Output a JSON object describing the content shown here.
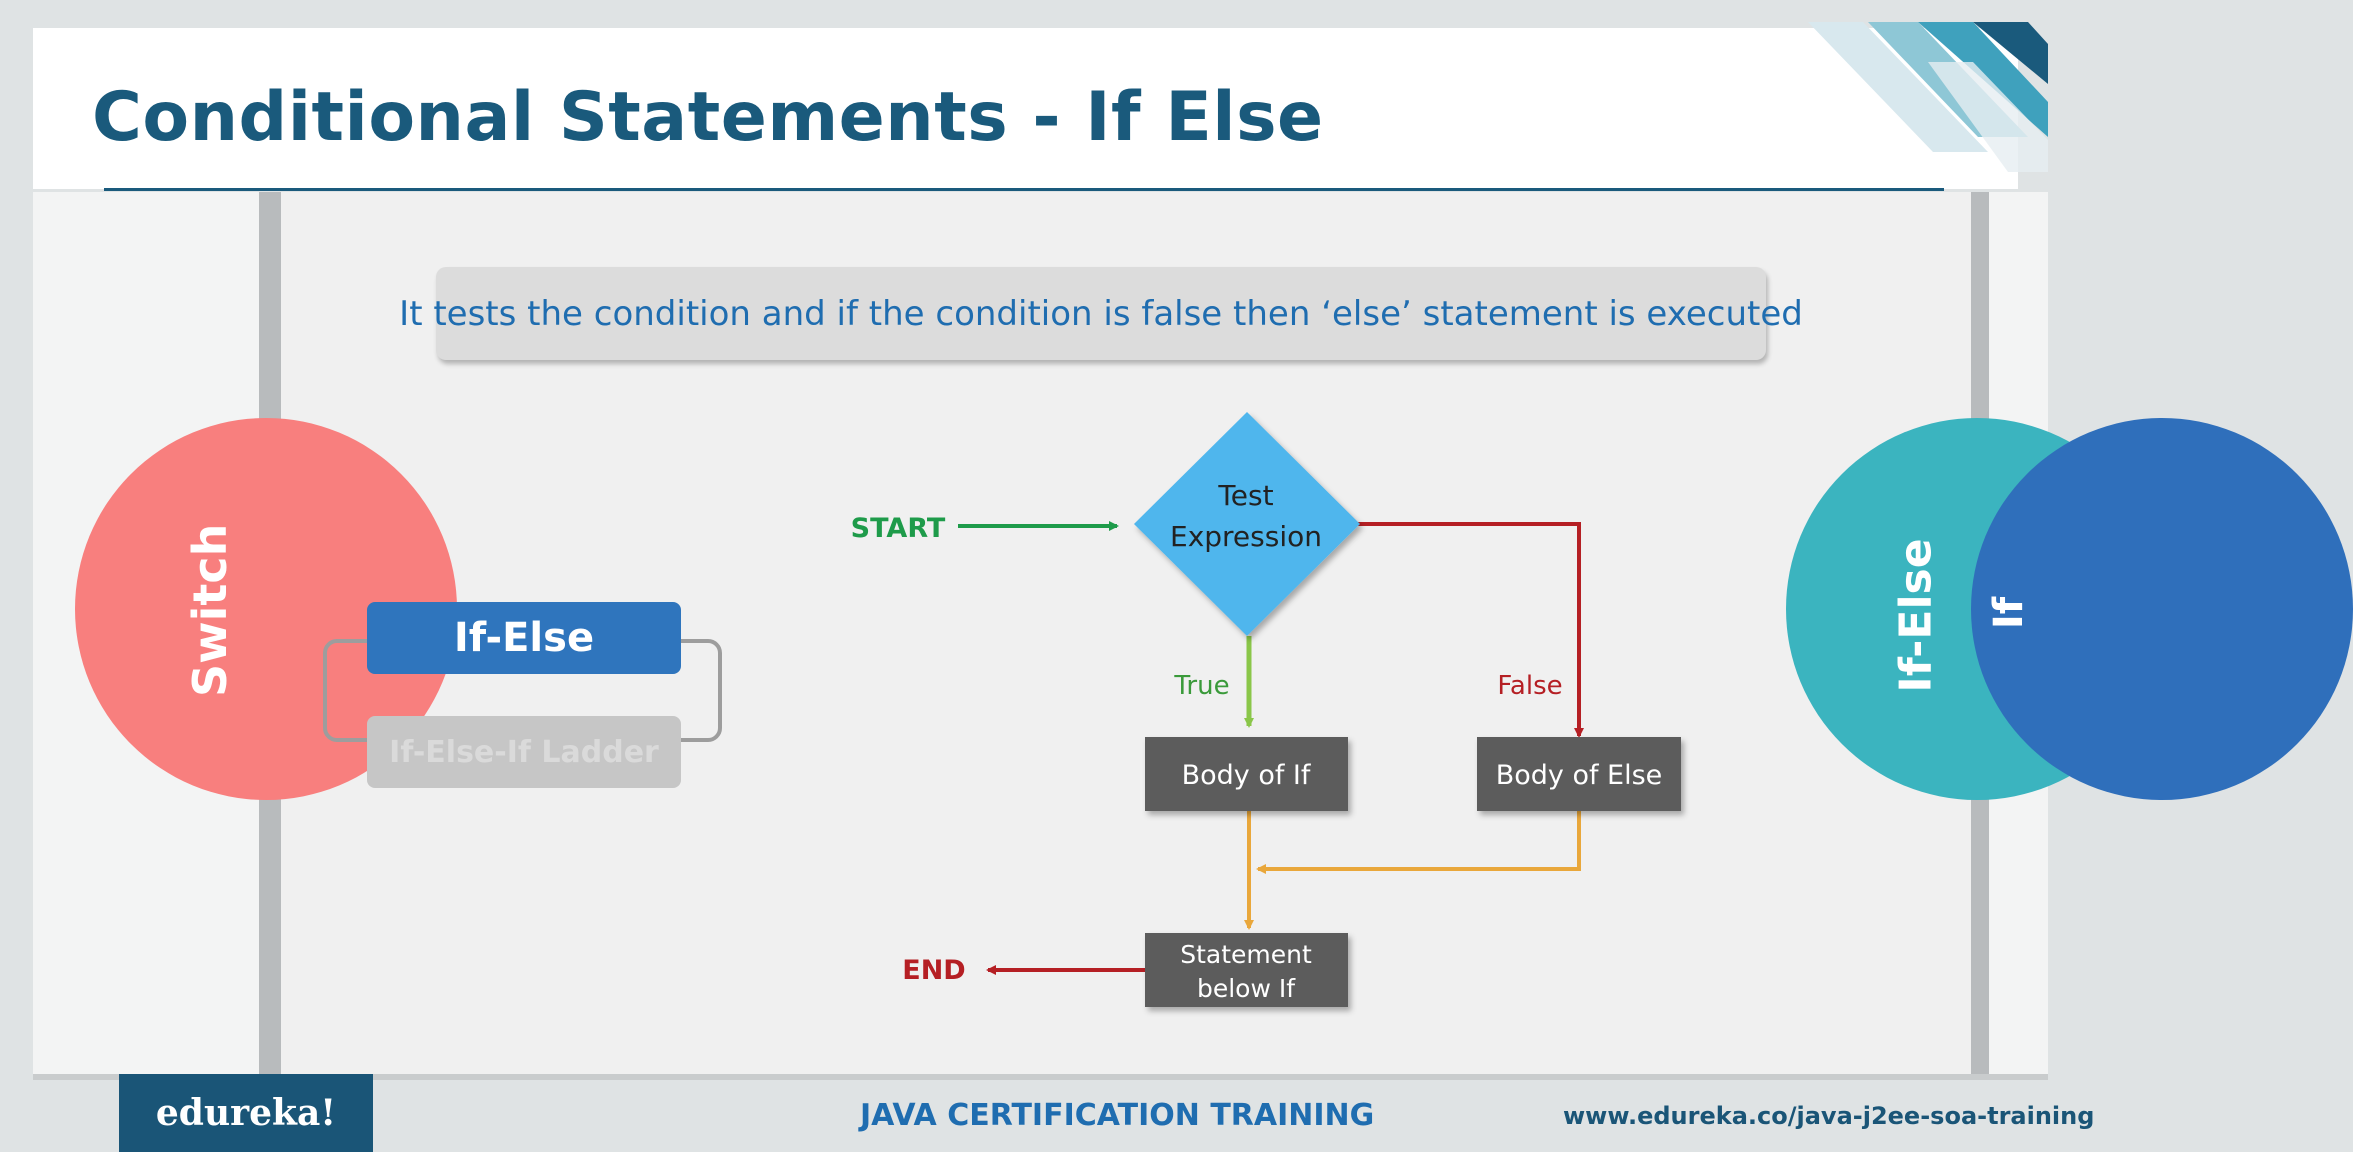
{
  "slide": {
    "title": "Conditional Statements - If Else",
    "callout": "It tests the condition and if the condition is false then ‘else’ statement is executed"
  },
  "side_tabs": {
    "left": "Switch",
    "right_inner": "If-Else",
    "right_outer": "If"
  },
  "switcher": {
    "active": "If-Else",
    "inactive": "If-Else-If Ladder"
  },
  "flowchart": {
    "start": "START",
    "decision_line1": "Test",
    "decision_line2": "Expression",
    "true_label": "True",
    "false_label": "False",
    "body_if": "Body of If",
    "body_else": "Body of Else",
    "statement_line1": "Statement",
    "statement_line2": "below If",
    "end": "END"
  },
  "footer": {
    "logo": "edureka!",
    "course": "JAVA CERTIFICATION TRAINING",
    "url": "www.edureka.co/java-j2ee-soa-training"
  },
  "colors": {
    "title": "#1a5a7c",
    "accent_blue": "#2f75bd",
    "switch_tab": "#f87f7e",
    "ifelse_tab": "#3bb4bf",
    "if_tab": "#2f6fbb",
    "decision": "#4fb6ed",
    "process_box": "#5c5c5c",
    "start_arrow": "#1e9b4a",
    "false_arrow": "#b51f24",
    "true_arrow": "#8ac649",
    "merge_arrow": "#e9a73b"
  }
}
